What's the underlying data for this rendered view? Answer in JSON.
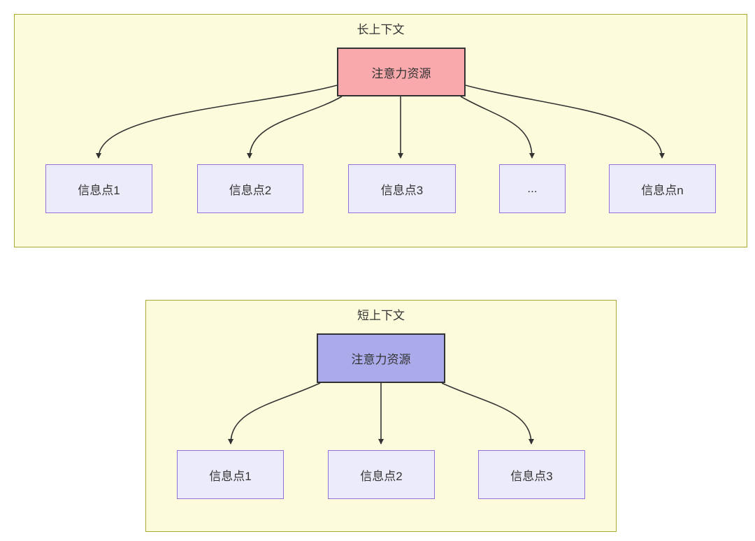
{
  "colors": {
    "container_bg": "#fcfcdc",
    "container_border": "#aaaa33",
    "node_bg": "#ecebfa",
    "node_border": "#9370db",
    "attention_long_bg": "#f9a8ac",
    "attention_short_bg": "#ababeb",
    "attention_border": "#333333",
    "arrow": "#333333",
    "text": "#333333"
  },
  "diagrams": [
    {
      "title": "长上下文",
      "attention_label": "注意力资源",
      "nodes": [
        "信息点1",
        "信息点2",
        "信息点3",
        "...",
        "信息点n"
      ]
    },
    {
      "title": "短上下文",
      "attention_label": "注意力资源",
      "nodes": [
        "信息点1",
        "信息点2",
        "信息点3"
      ]
    }
  ]
}
